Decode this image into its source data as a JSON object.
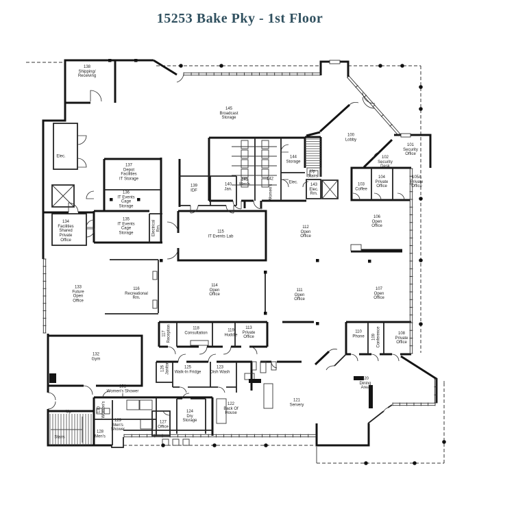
{
  "title": "15253 Bake Pky - 1st Floor",
  "colors": {
    "title": "#30505f",
    "wall": "#141414",
    "ink": "#1c1c1c"
  },
  "labels": [
    {
      "t": "138\nShipping/\nReceiving"
    },
    {
      "t": "Elec."
    },
    {
      "t": "145\nBroadcast\nStorage"
    },
    {
      "t": "137\nDepot\nFacilities\nIT Storage"
    },
    {
      "t": "136\nIT Events\nCage\nStorage"
    },
    {
      "t": "135\nIT Events\nCage\nStorage"
    },
    {
      "t": "134\nFacilities\nShared\nPrivate\nOffice"
    },
    {
      "t": "Electrical\nRm."
    },
    {
      "t": "139\nIDF"
    },
    {
      "t": "140\nJan."
    },
    {
      "t": "141\nMen's"
    },
    {
      "t": "142"
    },
    {
      "t": "Women's"
    },
    {
      "t": "144\nStorage"
    },
    {
      "t": "Elec."
    },
    {
      "t": "Up\nStairs"
    },
    {
      "t": "143\nElec.\nRm."
    },
    {
      "t": "100\nLobby"
    },
    {
      "t": "101\nSecurity\nOffice"
    },
    {
      "t": "102\nSecurity\nDesk"
    },
    {
      "t": "103\nCoffee"
    },
    {
      "t": "104\nPrivate\nOffice"
    },
    {
      "t": "105A\nPrivate\nOffice"
    },
    {
      "t": "106\nOpen\nOffice"
    },
    {
      "t": "112\nOpen\nOffice"
    },
    {
      "t": "115\nIT Events Lab"
    },
    {
      "t": "116\nRecreational\nRm."
    },
    {
      "t": "133\nFuture\nOpen\nOffice"
    },
    {
      "t": "114\nOpen\nOffice"
    },
    {
      "t": "111\nOpen\nOffice"
    },
    {
      "t": "107\nOpen\nOffice"
    },
    {
      "t": "117\nReception"
    },
    {
      "t": "118\nConsultation"
    },
    {
      "t": "119\nHuddle"
    },
    {
      "t": "113\nPrivate\nOffice"
    },
    {
      "t": "110\nPhone"
    },
    {
      "t": "109\nConference"
    },
    {
      "t": "108\nPrivate\nOffice"
    },
    {
      "t": "132\nGym"
    },
    {
      "t": "126\nJanitor"
    },
    {
      "t": "125\nWalk-In Fridge"
    },
    {
      "t": "123\nDish Wash"
    },
    {
      "t": "131\nWomen's Shower"
    },
    {
      "t": "130\nWomen's"
    },
    {
      "t": "129\nMen's\nShower"
    },
    {
      "t": "128\nMen's"
    },
    {
      "t": "127\nOffice"
    },
    {
      "t": "124\nDry\nStorage"
    },
    {
      "t": "122\nBack Of\nHouse"
    },
    {
      "t": "121\nServery"
    },
    {
      "t": "120\nDining\nArea"
    },
    {
      "t": "Up"
    },
    {
      "t": "Stairs"
    }
  ]
}
